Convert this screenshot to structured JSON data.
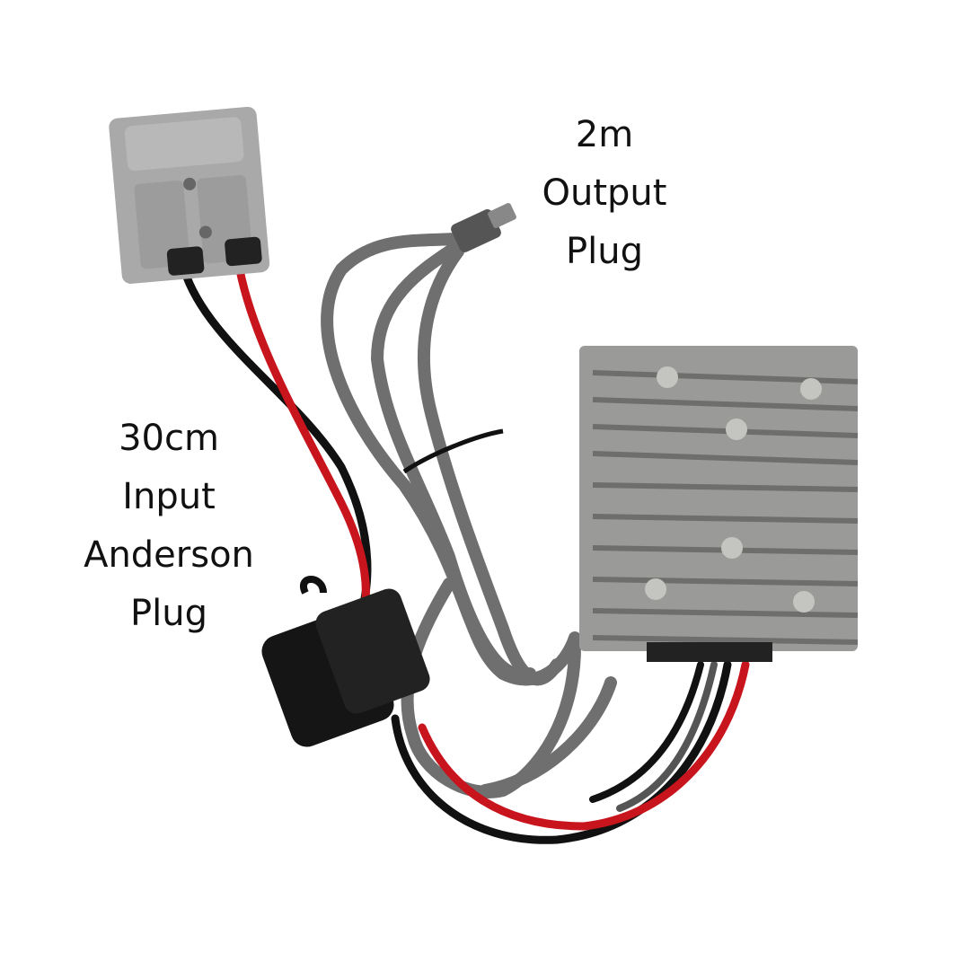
{
  "labels": {
    "output": {
      "lines": [
        "2m",
        "Output",
        "Plug"
      ]
    },
    "input": {
      "lines": [
        "30cm",
        "Input",
        "Anderson",
        "Plug"
      ]
    }
  },
  "colors": {
    "background": "#ffffff",
    "connector_gray": "#a9a9a9",
    "cable_gray": "#6f6f6f",
    "wire_red": "#c8141c",
    "wire_black": "#111111",
    "heatsink": "#9a9a98"
  }
}
